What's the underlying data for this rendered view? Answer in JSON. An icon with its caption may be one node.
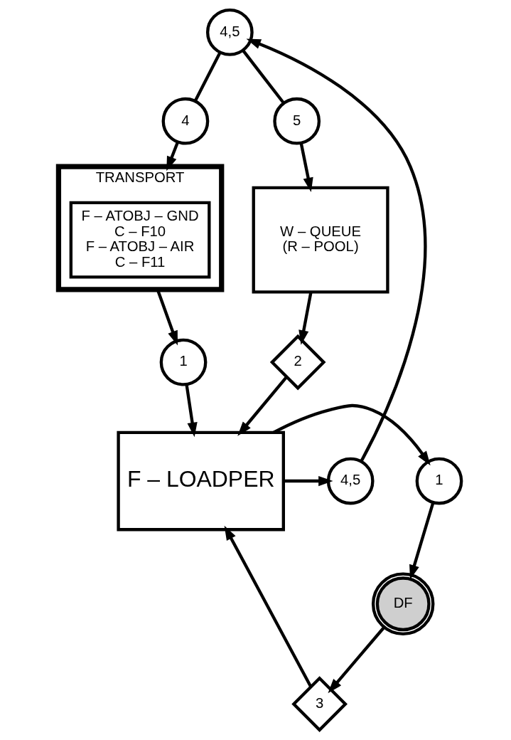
{
  "diagram": {
    "nodes": [
      {
        "text": [
          "4,5"
        ]
      },
      {
        "text": [
          "4"
        ]
      },
      {
        "text": [
          "5"
        ]
      },
      {
        "text": [
          "TRANSPORT"
        ]
      },
      {
        "text": [
          "F – ATOBJ – GND",
          "C – F10",
          "F – ATOBJ – AIR",
          "C – F11"
        ],
        "in": 3
      },
      {
        "text": [
          "W – QUEUE",
          "(R – POOL)"
        ]
      },
      {
        "text": [
          "1"
        ]
      },
      {
        "text": [
          "2"
        ]
      },
      {
        "text": [
          "F – LOADPER"
        ]
      },
      {
        "text": [
          "1"
        ]
      },
      {
        "text": [
          "4,5"
        ]
      },
      {
        "text": [
          "DF"
        ]
      },
      {
        "text": [
          "3"
        ]
      }
    ],
    "edges": [
      {
        "from": 0,
        "to": 1,
        "arrow": "none"
      },
      {
        "from": 0,
        "to": 2,
        "arrow": "none"
      },
      {
        "from": 1,
        "to": 3,
        "arrow": "to"
      },
      {
        "from": 2,
        "to": 5,
        "arrow": "to"
      },
      {
        "from": 3,
        "to": 6,
        "arrow": "to"
      },
      {
        "from": 5,
        "to": 7,
        "arrow": "to"
      },
      {
        "from": 6,
        "to": 8,
        "arrow": "to"
      },
      {
        "from": 7,
        "to": 8,
        "arrow": "to"
      },
      {
        "from": 8,
        "to": 9,
        "arrow": "to"
      },
      {
        "from": 8,
        "to": 10,
        "arrow": "to"
      },
      {
        "from": 10,
        "to": 0,
        "arrow": "to"
      },
      {
        "from": 9,
        "to": 11,
        "arrow": "to"
      },
      {
        "from": 11,
        "to": 12,
        "arrow": "to"
      },
      {
        "from": 12,
        "to": 8,
        "arrow": "to"
      }
    ]
  }
}
